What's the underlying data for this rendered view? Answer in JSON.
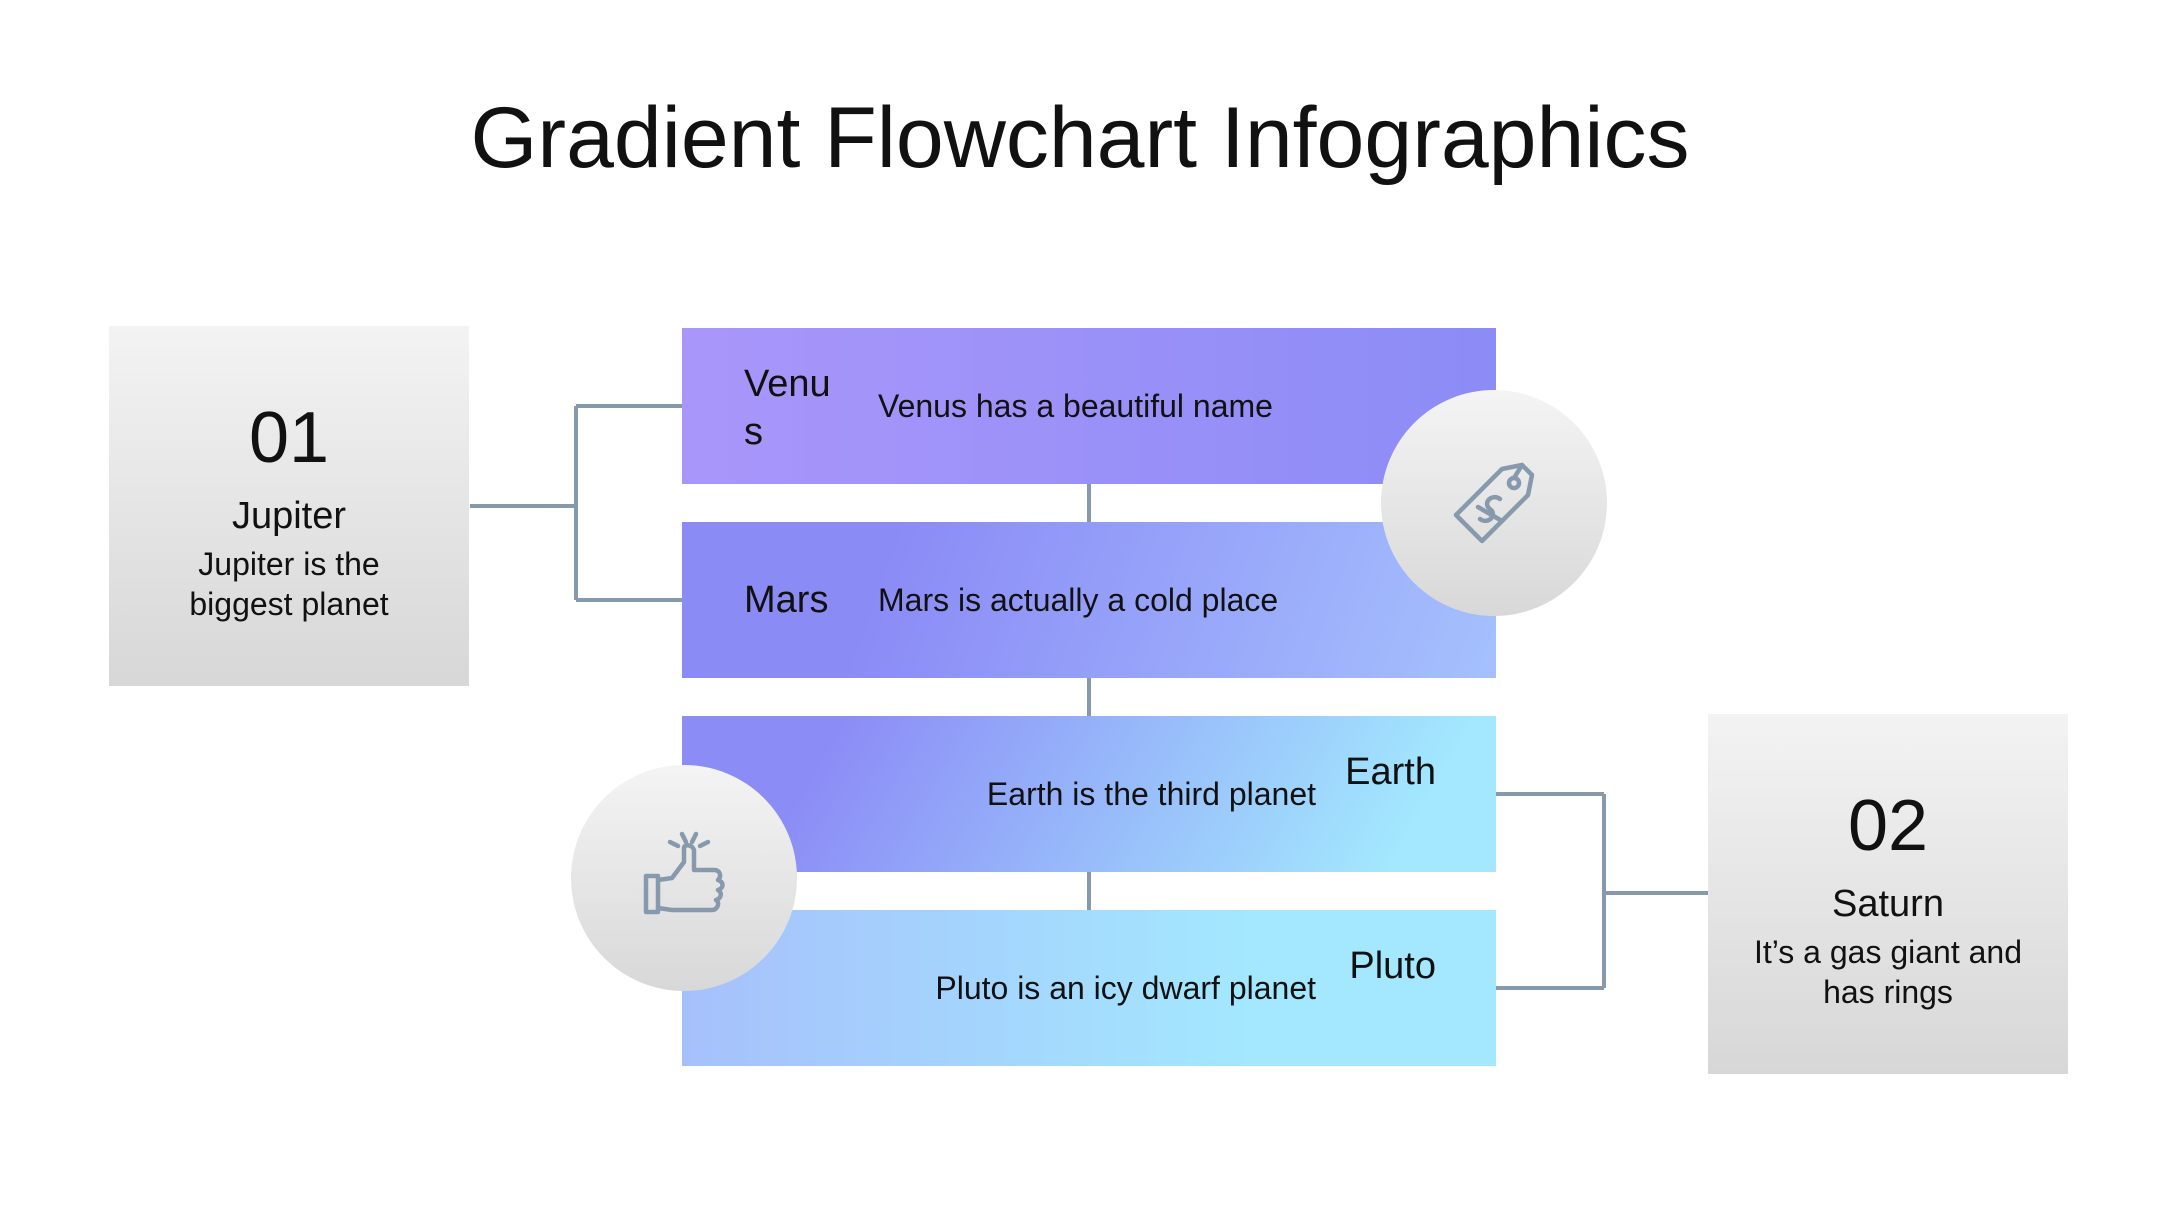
{
  "title": "Gradient Flowchart Infographics",
  "cards": [
    {
      "number": "01",
      "name": "Jupiter",
      "description": "Jupiter is the biggest planet"
    },
    {
      "number": "02",
      "name": "Saturn",
      "description": "It’s a gas giant and has rings"
    }
  ],
  "steps": [
    {
      "name": "Venus",
      "description": "Venus has a beautiful name"
    },
    {
      "name": "Mars",
      "description": "Mars is actually a cold place"
    },
    {
      "name": "Earth",
      "description": "Earth is the third planet"
    },
    {
      "name": "Pluto",
      "description": "Pluto is an icy dwarf planet"
    }
  ],
  "icons": {
    "top_circle": "price-tag-icon",
    "bottom_circle": "thumbs-up-icon"
  },
  "colors": {
    "connector": "#8799ac",
    "card_gradient": [
      "#f3f3f3",
      "#d7d7d7"
    ],
    "violet": "#a996fa",
    "indigo": "#8c8cf6",
    "periwinkle": "#a5c1fd",
    "cyan": "#a3e8fe",
    "icon": "#8799ac"
  }
}
